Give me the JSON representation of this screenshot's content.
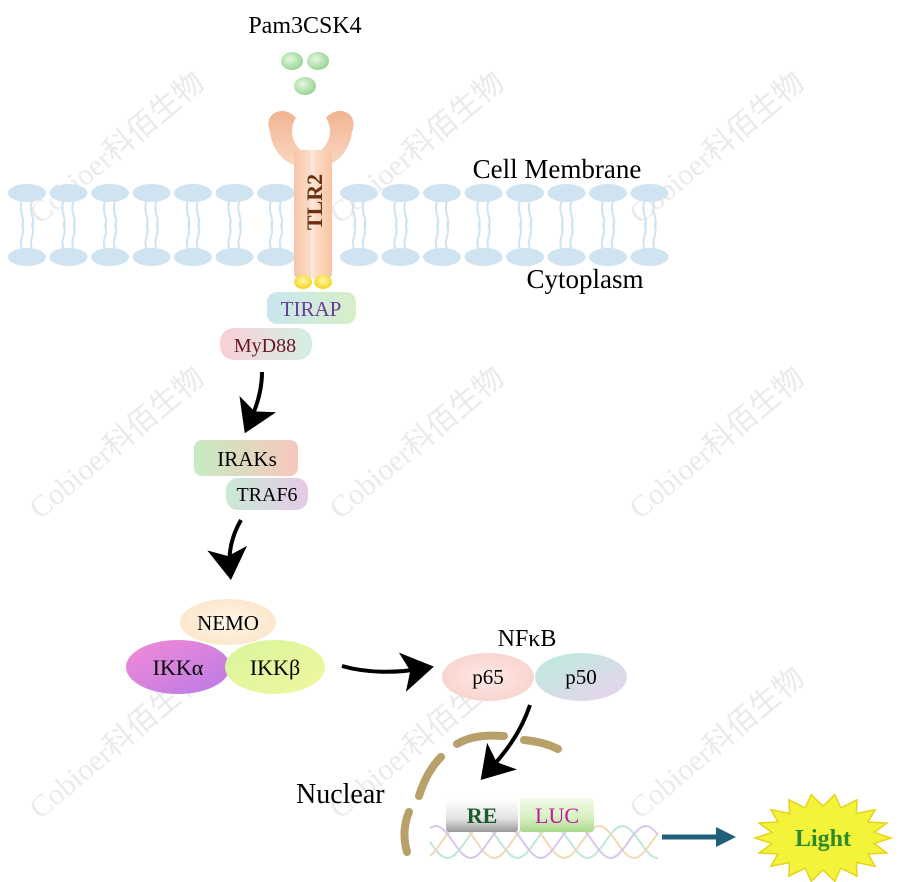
{
  "ligand": {
    "label": "Pam3CSK4"
  },
  "receptor": {
    "label": "TLR2"
  },
  "membrane": {
    "outside_label": "Cell Membrane",
    "inside_label": "Cytoplasm"
  },
  "adaptors": {
    "tirap": "TIRAP",
    "myd88": "MyD88"
  },
  "kinases": {
    "iraks": "IRAKs",
    "traf6": "TRAF6"
  },
  "ikk_complex": {
    "nemo": "NEMO",
    "ikk_alpha": "IKKα",
    "ikk_beta": "IKKβ"
  },
  "nfkb": {
    "title": "NFκB",
    "p65": "p65",
    "p50": "p50"
  },
  "nucleus": {
    "label": "Nuclear"
  },
  "reporter": {
    "re": "RE",
    "luc": "LUC"
  },
  "output": {
    "label": "Light"
  },
  "watermark": {
    "text": "Cobioer科佰生物"
  },
  "colors": {
    "membrane": "#cfe3f1",
    "receptor": "#f6c7a8",
    "receptor_label": "#6b2f12",
    "tirap_text": "#6a3d9a",
    "myd88_text": "#6a1526",
    "re_text": "#1e5b2a",
    "luc_text": "#c2189f",
    "light_fill": "#f3f43a",
    "light_text": "#2e8b2a",
    "arrow_teal": "#1f5f7a",
    "nuclear_envelope": "#b8a06a"
  }
}
